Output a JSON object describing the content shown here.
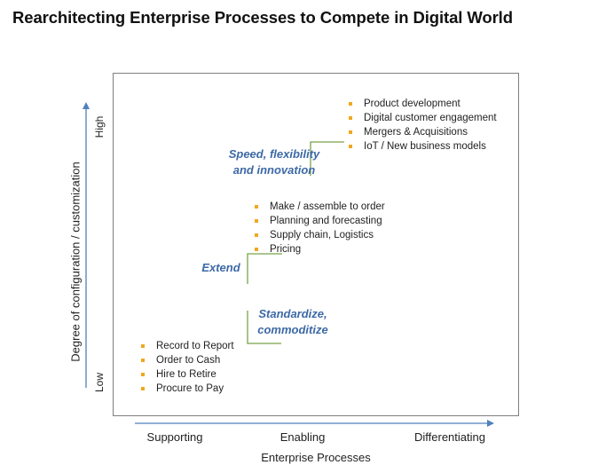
{
  "title": "Rearchitecting Enterprise Processes to Compete in Digital World",
  "axes": {
    "y_label": "Degree of configuration / customization",
    "y_ticks": {
      "low": "Low",
      "high": "High"
    },
    "x_label": "Enterprise Processes",
    "x_ticks": [
      "Supporting",
      "Enabling",
      "Differentiating"
    ]
  },
  "stages": [
    {
      "label_lines": [
        "Speed, flexibility",
        "and innovation"
      ],
      "items": [
        "Product development",
        "Digital customer engagement",
        "Mergers & Acquisitions",
        "IoT  /  New business models"
      ]
    },
    {
      "label_lines": [
        "Extend"
      ],
      "items": [
        "Make / assemble to order",
        "Planning and forecasting",
        "Supply chain, Logistics",
        "Pricing"
      ]
    },
    {
      "label_lines": [
        "Standardize,",
        "commoditize"
      ],
      "items": [
        "Record to Report",
        "Order to Cash",
        "Hire to Retire",
        "Procure to Pay"
      ]
    }
  ],
  "colors": {
    "axis_arrow": "#4f81bd",
    "stage_label": "#3d69a6",
    "step_line": "#77a34a",
    "bullet": "#f0a81e",
    "box_border": "#7f7f7f"
  }
}
